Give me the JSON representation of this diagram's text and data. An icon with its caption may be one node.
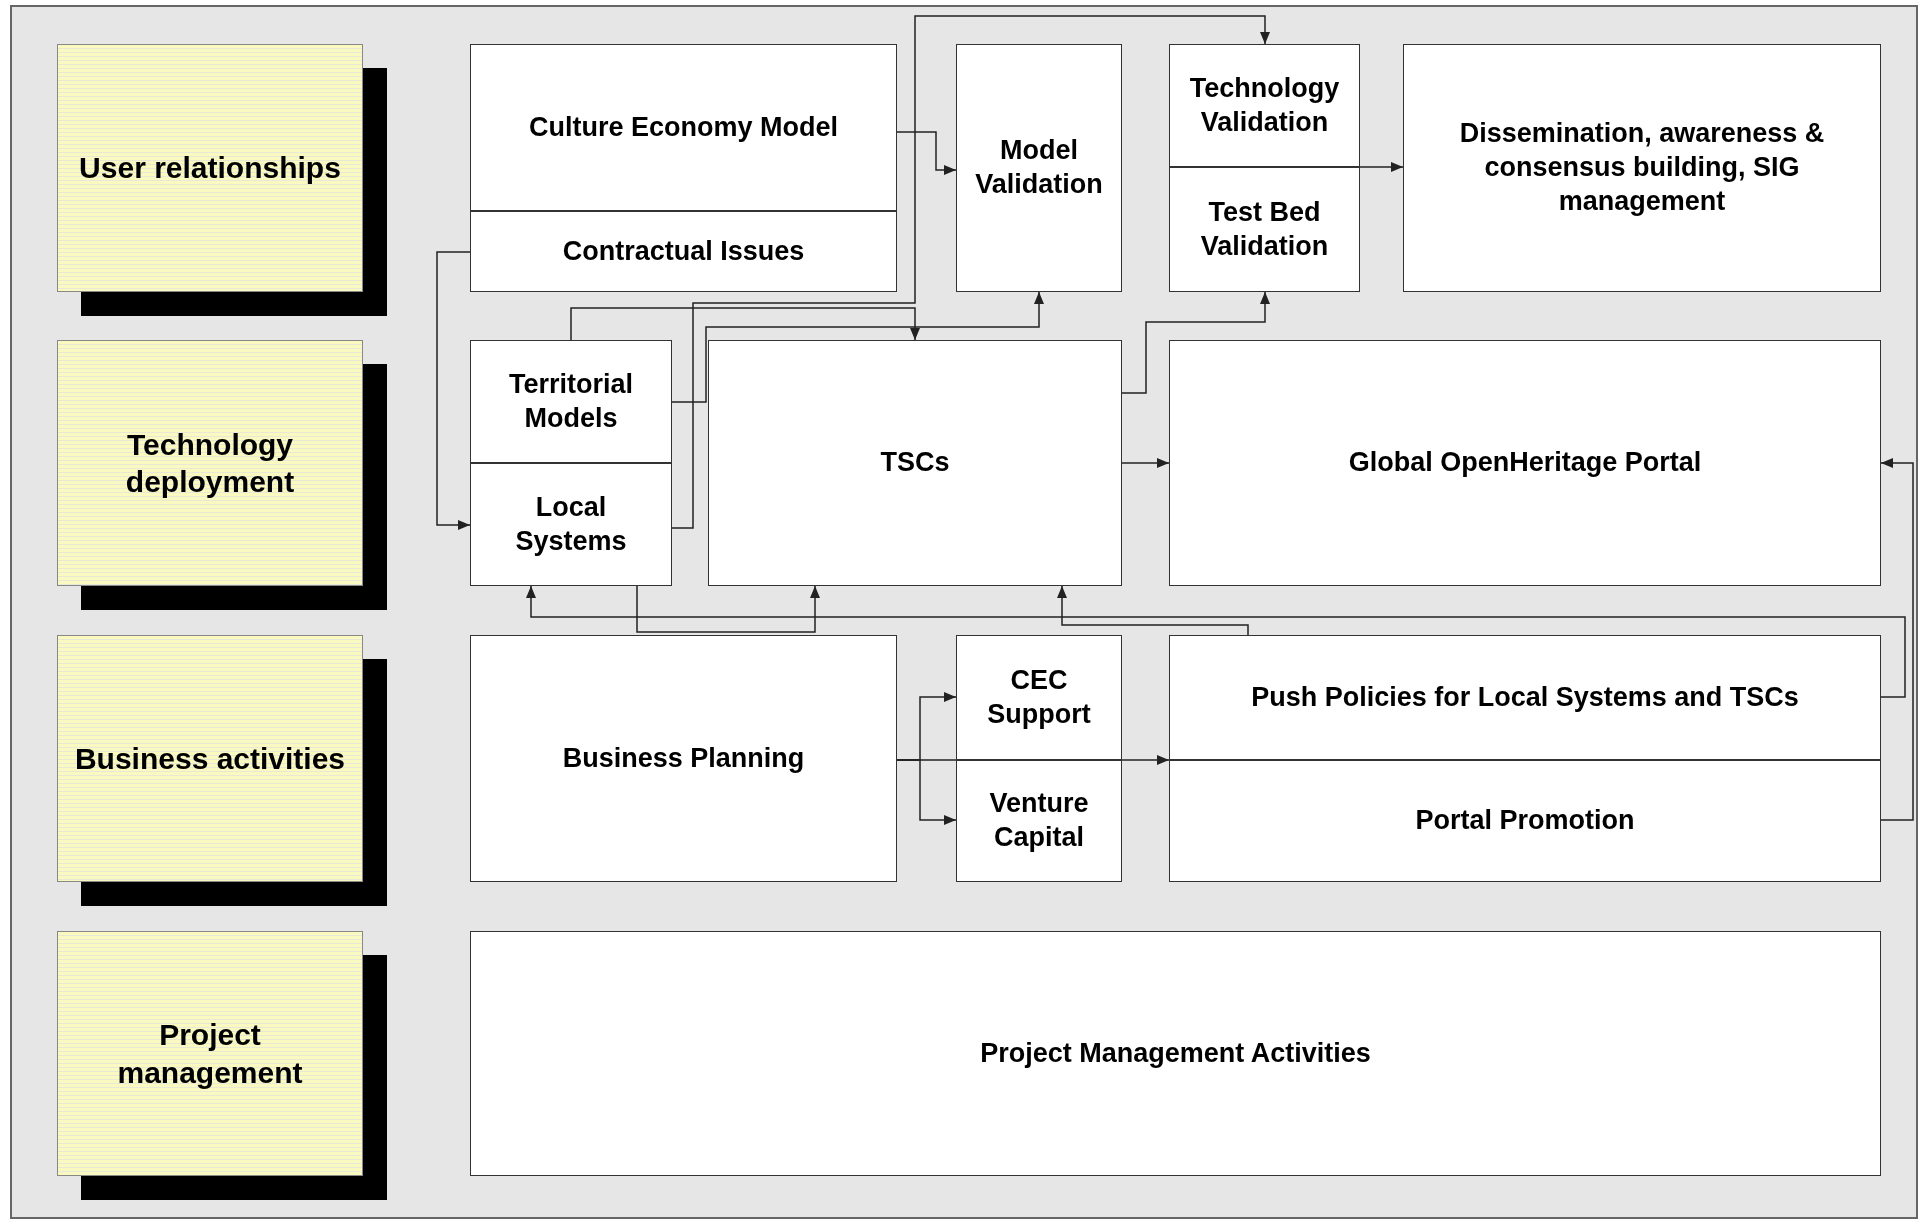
{
  "diagram": {
    "nodes": [
      {
        "text": [
          "User relationships"
        ]
      },
      {
        "text": [
          "Culture Economy Model"
        ]
      },
      {
        "text": [
          "Contractual Issues"
        ]
      },
      {
        "text": [
          "Model Validation"
        ]
      },
      {
        "text": [
          "Technology Validation"
        ]
      },
      {
        "text": [
          "Test Bed Validation"
        ]
      },
      {
        "text": [
          "Dissemination, awareness & consensus building, SIG management"
        ]
      },
      {
        "text": [
          "Technology deployment"
        ]
      },
      {
        "text": [
          "Territorial Models"
        ]
      },
      {
        "text": [
          "Local Systems"
        ]
      },
      {
        "text": [
          "TSCs"
        ]
      },
      {
        "text": [
          "Global OpenHeritage Portal"
        ]
      },
      {
        "text": [
          "Business activities"
        ]
      },
      {
        "text": [
          "Business Planning"
        ]
      },
      {
        "text": [
          "CEC Support"
        ]
      },
      {
        "text": [
          "Venture Capital"
        ]
      },
      {
        "text": [
          "Push Policies for Local Systems and TSCs"
        ]
      },
      {
        "text": [
          "Portal Promotion"
        ]
      },
      {
        "text": [
          "Project management"
        ]
      },
      {
        "text": [
          "Project Management Activities"
        ]
      }
    ],
    "edges": [
      {
        "from": 1,
        "to": 3,
        "arrow": "to"
      },
      {
        "from": 2,
        "to": 9,
        "arrow": "to"
      },
      {
        "from": 8,
        "to": 10,
        "arrow": "to"
      },
      {
        "from": 8,
        "to": 3,
        "arrow": "to"
      },
      {
        "from": 9,
        "to": 4,
        "arrow": "to"
      },
      {
        "from": 10,
        "to": 5,
        "arrow": "to"
      },
      {
        "from": 10,
        "to": 11,
        "arrow": "to"
      },
      {
        "from": 9,
        "to": 10,
        "arrow": "to"
      },
      {
        "from": 4,
        "to": 6,
        "arrow": "to"
      },
      {
        "from": 16,
        "to": 9,
        "arrow": "to"
      },
      {
        "from": 16,
        "to": 10,
        "arrow": "to"
      },
      {
        "from": 17,
        "to": 11,
        "arrow": "to"
      },
      {
        "from": 13,
        "to": 14,
        "arrow": "to"
      },
      {
        "from": 13,
        "to": 15,
        "arrow": "to"
      },
      {
        "from": 13,
        "to": 16,
        "arrow": "to"
      }
    ]
  }
}
